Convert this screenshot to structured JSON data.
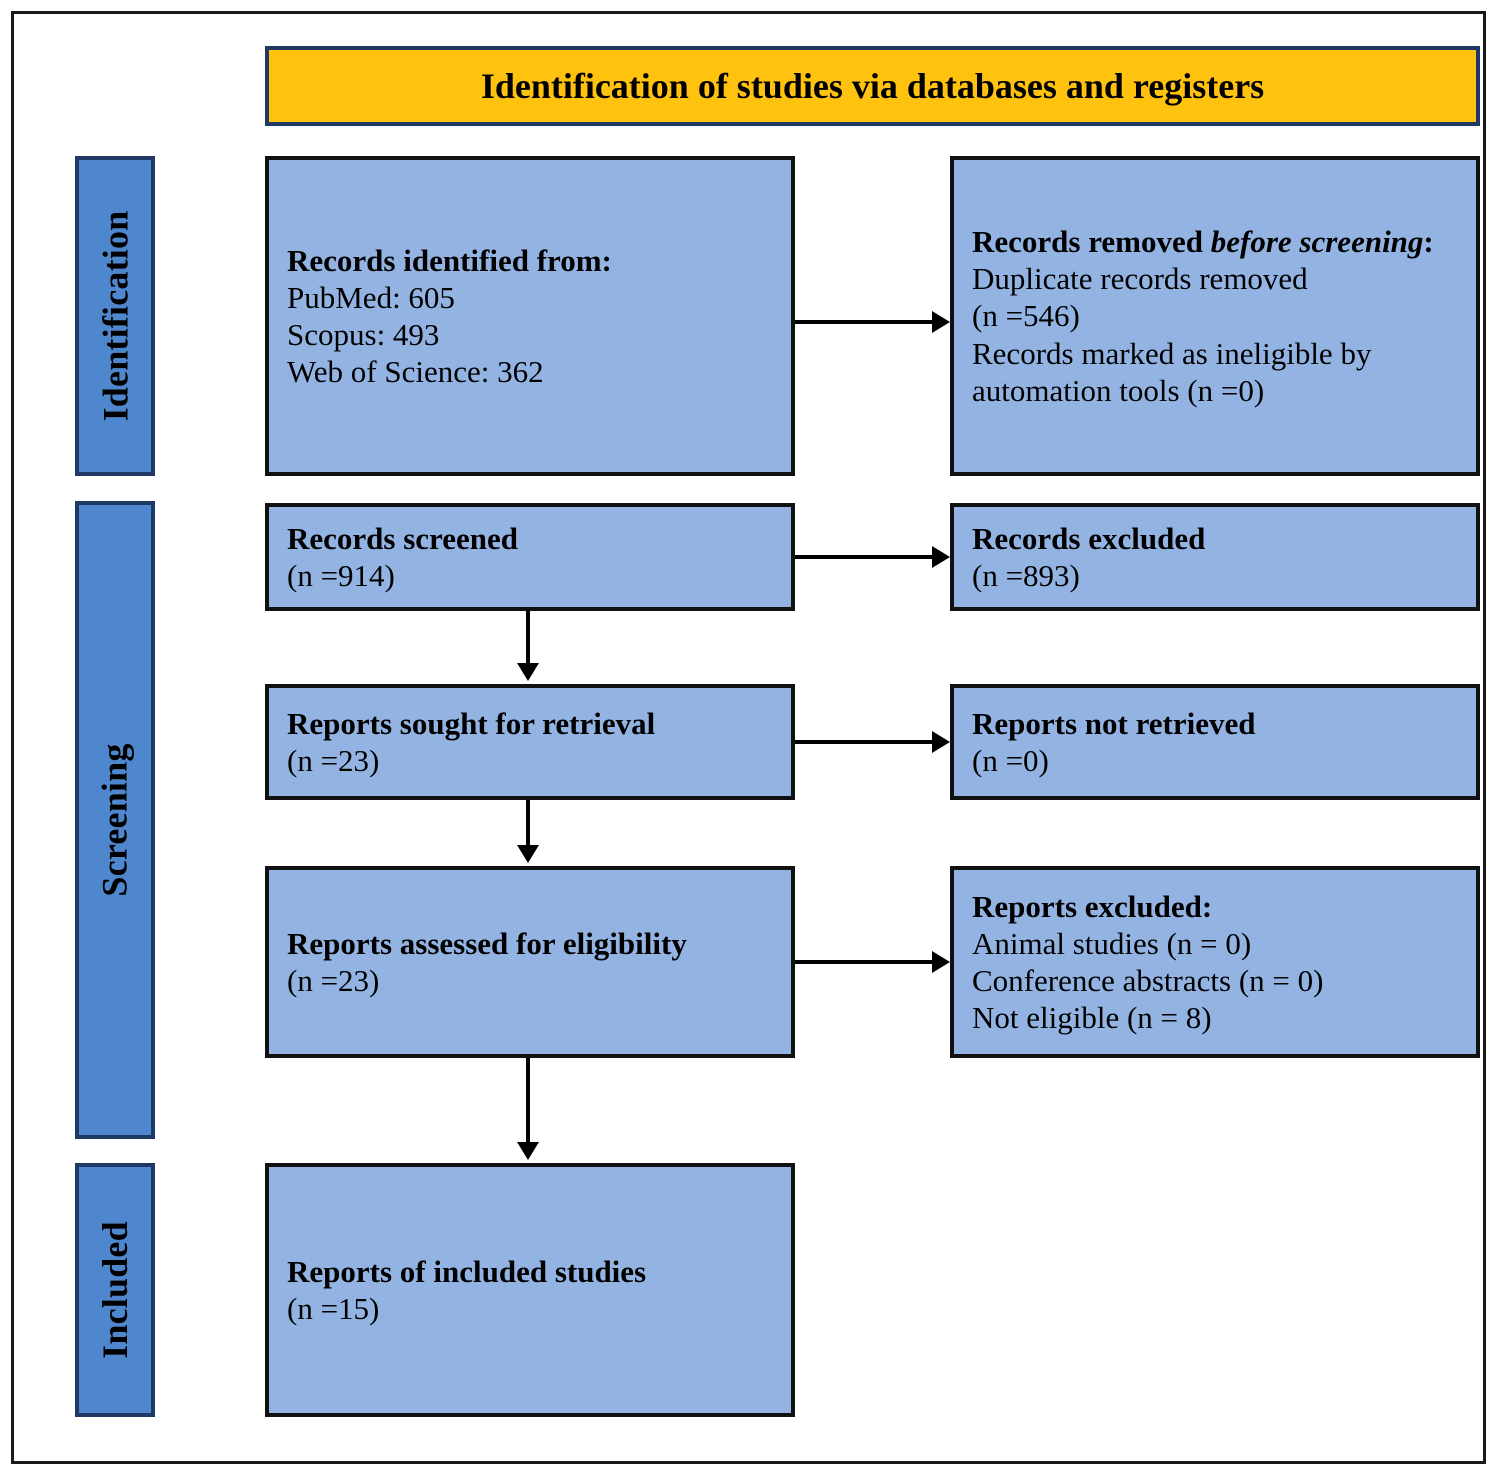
{
  "diagram": {
    "type": "prisma-flow-diagram",
    "banner": {
      "title": "Identification of studies via databases and registers",
      "color": "#FFC20E"
    },
    "colors": {
      "phase_bar_fill": "#4F87CE",
      "phase_bar_border": "#1F3864",
      "node_fill": "#93B4E3",
      "node_border": "#111111",
      "banner_fill": "#FFC20E",
      "connector": "#000000",
      "page_background": "#FFFFFF"
    },
    "phases": [
      {
        "id": "identification",
        "label": "Identification"
      },
      {
        "id": "screening",
        "label": "Screening"
      },
      {
        "id": "included",
        "label": "Included"
      }
    ],
    "nodes": {
      "records_identified": {
        "heading": "Records identified from:",
        "lines": [
          "PubMed: 605",
          "Scopus: 493",
          "Web of Science: 362"
        ]
      },
      "records_removed": {
        "heading_part1": "Records removed ",
        "heading_part2": "before screening",
        "heading_part3": ":",
        "lines": [
          "Duplicate records removed",
          "(n =546)",
          "Records marked as ineligible by",
          "automation tools (n =0)"
        ]
      },
      "records_screened": {
        "heading": "Records screened",
        "lines": [
          "(n =914)"
        ]
      },
      "records_excluded": {
        "heading": "Records excluded",
        "lines": [
          "(n =893)"
        ]
      },
      "reports_sought": {
        "heading": "Reports sought for retrieval",
        "lines": [
          "(n =23)"
        ]
      },
      "reports_not_retrieved": {
        "heading": "Reports not retrieved",
        "lines": [
          "(n =0)"
        ]
      },
      "reports_assessed": {
        "heading": "Reports assessed for eligibility",
        "lines": [
          "(n =23)"
        ]
      },
      "reports_excluded": {
        "heading": "Reports excluded:",
        "lines": [
          "Animal studies (n = 0)",
          "Conference abstracts (n = 0)",
          "Not eligible (n = 8)"
        ]
      },
      "reports_included": {
        "heading": "Reports of included studies",
        "lines": [
          "(n =15)"
        ]
      }
    },
    "counts": {
      "pubmed": 605,
      "scopus": 493,
      "web_of_science": 362,
      "duplicates_removed": 546,
      "ineligible_by_automation": 0,
      "records_screened": 914,
      "records_excluded": 893,
      "reports_sought": 23,
      "reports_not_retrieved": 0,
      "reports_assessed": 23,
      "excluded_animal_studies": 0,
      "excluded_conference_abstracts": 0,
      "excluded_not_eligible": 8,
      "reports_included": 15
    }
  }
}
